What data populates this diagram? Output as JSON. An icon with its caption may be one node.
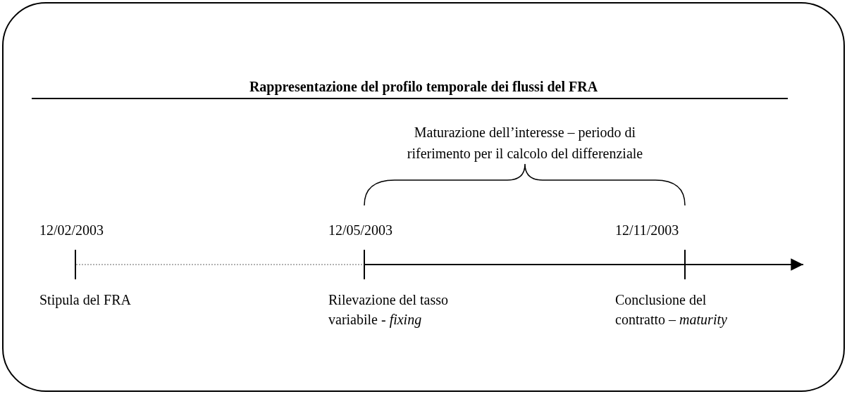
{
  "diagram": {
    "title": "Rappresentazione del profilo temporale dei flussi del FRA",
    "nodes": [
      {
        "text": [],
        "shape": "bar",
        "beside": [
          "12/02/2003",
          "Stipula del FRA"
        ]
      },
      {
        "text": [],
        "shape": "bar",
        "beside": [
          "12/05/2003",
          "Rilevazione del tasso variabile - *fixing*"
        ]
      },
      {
        "text": [],
        "shape": "bar",
        "beside": [
          "12/11/2003",
          "Conclusione del contratto – *maturity*"
        ]
      }
    ],
    "edges": [
      {
        "from": 0,
        "to": 1,
        "arrow": "none",
        "style": "dashed",
        "color": "#999999"
      },
      {
        "from": 1,
        "to": 2,
        "arrow": "none"
      },
      {
        "from": 2,
        "to": null,
        "arrow": "to"
      }
    ],
    "labels": [
      "Maturazione dell’interesse – periodo di riferimento per il calcolo del differenziale"
    ]
  }
}
